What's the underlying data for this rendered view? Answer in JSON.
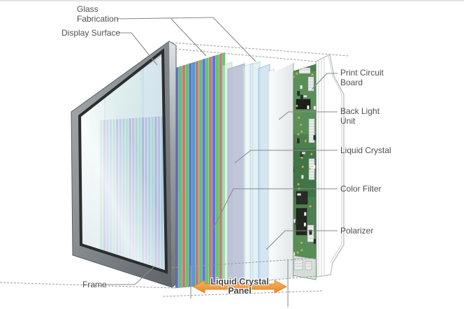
{
  "diagram": {
    "labels": {
      "glass_fabrication": {
        "line1": "Glass",
        "line2": "Fabrication"
      },
      "display_surface": {
        "text": "Display Surface"
      },
      "frame": {
        "text": "Frame"
      },
      "print_circuit_board": {
        "line1": "Print Circuit",
        "line2": "Board"
      },
      "back_light_unit": {
        "line1": "Back Light",
        "line2": "Unit"
      },
      "liquid_crystal": {
        "text": "Liquid Crystal"
      },
      "color_filter": {
        "text": "Color Filter"
      },
      "polarizer": {
        "text": "Polarizer"
      },
      "liquid_crystal_panel": {
        "line1": "Liquid Crystal",
        "line2": "Panel"
      }
    },
    "colors": {
      "background": "#ffffff",
      "label_text": "#4f4f4f",
      "leader_line": "#8a8a8a",
      "guide_dash": "#9a9a9a",
      "arrow_orange": "#f09238",
      "arrow_orange_dark": "#d97c1a",
      "frame_metal": "#8d9397",
      "pcb_green": "#4d8050",
      "pcb_green_dark": "#33663a",
      "pcb_gold": "#d9ab4e",
      "stripe_green": "#4fc15c",
      "stripe_blue": "#5565d1",
      "stripe_red": "#c06f69",
      "stripe_teal": "#4090cb",
      "inner_stripe_green": "#7fc9a4",
      "inner_stripe_blue": "#7d8bd6",
      "inner_stripe_violet": "#a391cc",
      "inner_stripe_teal": "#6fb7d8",
      "glass_tint": "#cfe4ee"
    }
  }
}
